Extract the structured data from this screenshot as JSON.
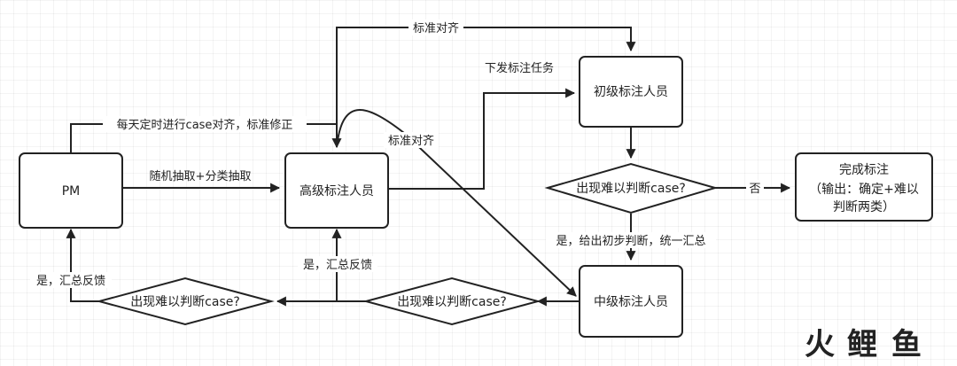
{
  "nodes": {
    "pm": "PM",
    "senior": "高级标注人员",
    "junior": "初级标注人员",
    "middle": "中级标注人员",
    "done_title": "完成标注",
    "done_line1": "（输出：确定+难以",
    "done_line2": "判断两类）",
    "decision_right": "出现难以判断case?",
    "decision_mid": "出现难以判断case?",
    "decision_left": "出现难以判断case?"
  },
  "edges": {
    "daily_align": "每天定时进行case对齐，标准修正",
    "random_sample": "随机抽取+分类抽取",
    "std_align_top": "标准对齐",
    "assign_task": "下发标注任务",
    "std_align_cross": "标准对齐",
    "no": "否",
    "yes_summary": "是，给出初步判断，统一汇总",
    "yes_feedback_mid": "是，汇总反馈",
    "yes_feedback_left": "是，汇总反馈"
  },
  "watermark": {
    "char1": "火",
    "char2": "鲤",
    "char3": "鱼",
    "colors": [
      "#e8403a",
      "#e8403a",
      "#e8403a"
    ]
  }
}
